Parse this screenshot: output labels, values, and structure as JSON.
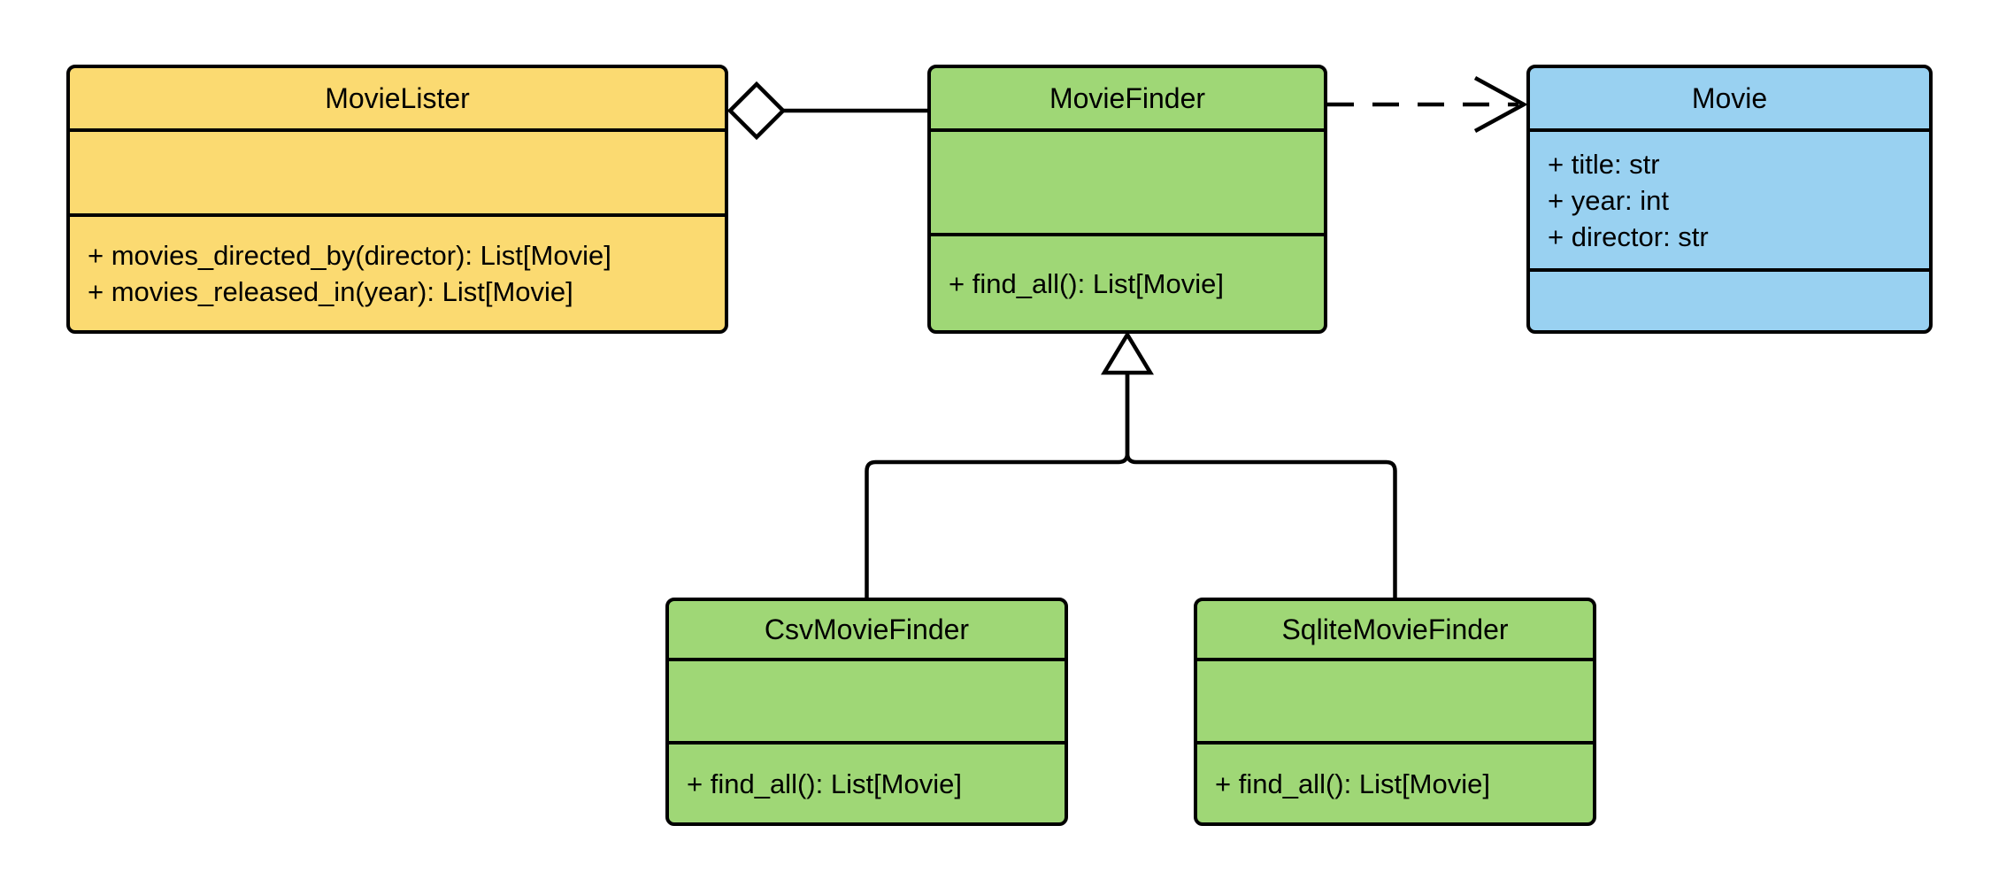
{
  "diagram": {
    "type": "uml-class-diagram",
    "background_color": "#ffffff",
    "stroke_color": "#000000",
    "classes": [
      {
        "name": "MovieLister",
        "fill": "#FBDA71",
        "attributes": [],
        "methods": [
          "+ movies_directed_by(director): List[Movie]",
          "+ movies_released_in(year): List[Movie]"
        ]
      },
      {
        "name": "MovieFinder",
        "fill": "#9FD776",
        "attributes": [],
        "methods": [
          "+ find_all(): List[Movie]"
        ]
      },
      {
        "name": "Movie",
        "fill": "#99D1F1",
        "attributes": [
          "+ title: str",
          "+ year: int",
          "+ director: str"
        ],
        "methods": []
      },
      {
        "name": "CsvMovieFinder",
        "fill": "#9FD776",
        "attributes": [],
        "methods": [
          "+ find_all(): List[Movie]"
        ]
      },
      {
        "name": "SqliteMovieFinder",
        "fill": "#9FD776",
        "attributes": [],
        "methods": [
          "+ find_all(): List[Movie]"
        ]
      }
    ],
    "relationships": [
      {
        "type": "aggregation",
        "owner": "MovieLister",
        "part": "MovieFinder",
        "marker": "hollow-diamond-at-MovieLister"
      },
      {
        "type": "dependency",
        "from": "MovieFinder",
        "to": "Movie",
        "marker": "dashed-open-arrow-at-Movie"
      },
      {
        "type": "inheritance",
        "child": "CsvMovieFinder",
        "parent": "MovieFinder",
        "marker": "hollow-triangle-at-MovieFinder"
      },
      {
        "type": "inheritance",
        "child": "SqliteMovieFinder",
        "parent": "MovieFinder",
        "marker": "hollow-triangle-at-MovieFinder"
      }
    ]
  }
}
